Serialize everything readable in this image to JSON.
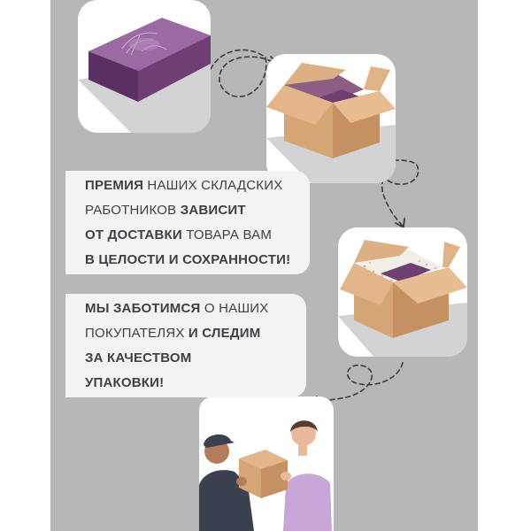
{
  "colors": {
    "panel_gray": "#b7b6b9",
    "card_white": "#ffffff",
    "text_card": "#f3f3f3",
    "text_color": "#3f3f46",
    "box_purple": "#6f3f74",
    "box_cardboard": "#d9a979"
  },
  "message1": {
    "line1": {
      "bold": "ПРЕМИЯ",
      "regular": " НАШИХ СКЛАДСКИХ"
    },
    "line2": {
      "regular": "РАБОТНИКОВ ",
      "bold": "ЗАВИСИТ"
    },
    "line3": {
      "bold": "ОТ ДОСТАВКИ",
      "regular": " ТОВАРА ВАМ"
    },
    "line4": {
      "bold": "В ЦЕЛОСТИ И СОХРАННОСТИ!"
    }
  },
  "message2": {
    "line1": {
      "bold": "МЫ ЗАБОТИМСЯ",
      "regular": " О НАШИХ"
    },
    "line2": {
      "regular": "ПОКУПАТЕЛЯХ ",
      "bold": "И СЛЕДИМ"
    },
    "line3": {
      "bold": "ЗА КАЧЕСТВОМ"
    },
    "line4": {
      "bold": "УПАКОВКИ!"
    }
  },
  "icons": [
    "purple-gift-box-icon",
    "open-box-with-gift-icon",
    "box-with-padding-icon",
    "courier-delivery-icon",
    "dashed-arrow-icon"
  ]
}
